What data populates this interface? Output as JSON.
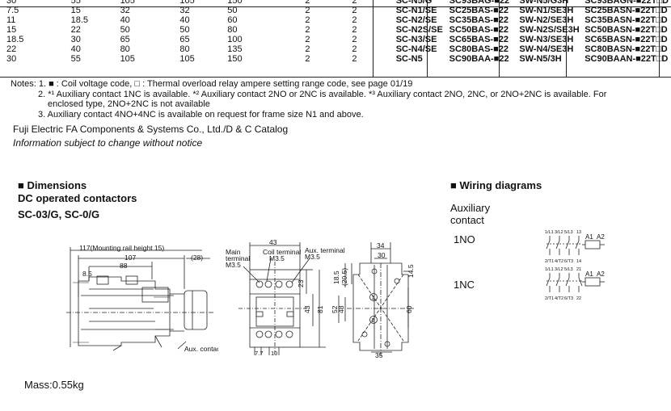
{
  "spec_table": {
    "rows": [
      {
        "c1": "30",
        "c2": "55",
        "c3": "105",
        "c4": "105",
        "c5": "150",
        "c6": "2",
        "c7": "2",
        "m1": "SC-N5/G",
        "m2": "SC93BAG-■22",
        "m3": "SW-N5/G3H",
        "m4": "SC93BAGN-■22T□D"
      },
      {
        "c1": "7.5",
        "c2": "15",
        "c3": "32",
        "c4": "32",
        "c5": "50",
        "c6": "2",
        "c7": "2",
        "m1": "SC-N1/SE",
        "m2": "SC25BAS-■22",
        "m3": "SW-N1/SE3H",
        "m4": "SC25BASN-■22T□D"
      },
      {
        "c1": "11",
        "c2": "18.5",
        "c3": "40",
        "c4": "40",
        "c5": "60",
        "c6": "2",
        "c7": "2",
        "m1": "SC-N2/SE",
        "m2": "SC35BAS-■22",
        "m3": "SW-N2/SE3H",
        "m4": "SC35BASN-■22T□D"
      },
      {
        "c1": "15",
        "c2": "22",
        "c3": "50",
        "c4": "50",
        "c5": "80",
        "c6": "2",
        "c7": "2",
        "m1": "SC-N2S/SE",
        "m2": "SC50BAS-■22",
        "m3": "SW-N2S/SE3H",
        "m4": "SC50BASN-■22T□D"
      },
      {
        "c1": "18.5",
        "c2": "30",
        "c3": "65",
        "c4": "65",
        "c5": "100",
        "c6": "2",
        "c7": "2",
        "m1": "SC-N3/SE",
        "m2": "SC65BAS-■22",
        "m3": "SW-N3/SE3H",
        "m4": "SC65BASN-■22T□D"
      },
      {
        "c1": "22",
        "c2": "40",
        "c3": "80",
        "c4": "80",
        "c5": "135",
        "c6": "2",
        "c7": "2",
        "m1": "SC-N4/SE",
        "m2": "SC80BAS-■22",
        "m3": "SW-N4/SE3H",
        "m4": "SC80BASN-■22T□D"
      },
      {
        "c1": "30",
        "c2": "55",
        "c3": "105",
        "c4": "105",
        "c5": "150",
        "c6": "2",
        "c7": "2",
        "m1": "SC-N5",
        "m2": "SC90BAA-■22",
        "m3": "SW-N5/3H",
        "m4": "SC90BAAN-■22T□D"
      }
    ]
  },
  "notes": {
    "line1": "Notes: 1. ■ : Coil voltage code,  □ : Thermal overload relay ampere setting range code, see page 01/19",
    "line2": "2. *¹ Auxiliary contact 1NC is available.   *² Auxiliary contact 2NO or 2NC is available.   *³ Auxiliary contact 2NO, 2NC, or 2NO+2NC is available. For",
    "line2b": "enclosed type, 2NO+2NC is not available",
    "line3": "3. Auxiliary contact 4NO+4NC is available on request for frame size N1 and above."
  },
  "catalog": {
    "title": "Fuji Electric FA Components & Systems Co., Ltd./D & C Catalog",
    "subtitle": "Information subject to change without notice"
  },
  "dimensions": {
    "heading": "■ Dimensions",
    "sub1": "DC operated contactors",
    "sub2": "SC-03/G, SC-0/G",
    "mass": "Mass:0.55kg",
    "labels": {
      "rail": "117(Mounting rail height 15)",
      "d107": "107",
      "d88": "88",
      "d28": "(28)",
      "d85": "8.5",
      "aux_block": "Aux. contact block",
      "d43": "43",
      "main_terminal_1": "Main",
      "main_terminal_2": "terminal",
      "main_terminal_3": "M3.5",
      "coil_terminal_1": "Coil terminal",
      "coil_terminal_2": "M3.5",
      "aux_terminal_1": "Aux. terminal",
      "aux_terminal_2": "M3.5",
      "d23": "23",
      "d43v": "43",
      "d81": "81",
      "d77": "7.7",
      "d10": "10",
      "d34": "34",
      "d30": "30",
      "d185": "18.5",
      "d205": "(20.5)",
      "d145": "14.5",
      "d52": "52",
      "d48": "48",
      "d60": "60",
      "d35": "35",
      "c1": "1",
      "c2": "2"
    }
  },
  "wiring": {
    "heading": "■ Wiring diagrams",
    "aux_1": "Auxiliary",
    "aux_2": "contact",
    "label_1no": "1NO",
    "label_1nc": "1NC",
    "no_top": [
      "1/L1",
      "3/L2",
      "5/L3",
      "13"
    ],
    "no_bottom": [
      "2/T1",
      "4/T2",
      "6/T3",
      "14"
    ],
    "nc_top": [
      "1/L1",
      "3/L2",
      "5/L3",
      "21"
    ],
    "nc_bottom": [
      "2/T1",
      "4/T2",
      "6/T3",
      "22"
    ],
    "coil_a1": "A1",
    "coil_a2": "A2"
  }
}
